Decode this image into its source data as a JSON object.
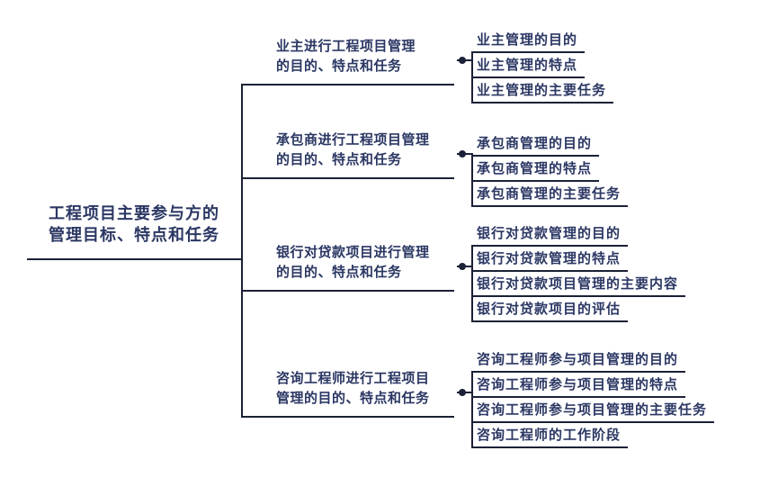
{
  "theme": {
    "background": "#ffffff",
    "line_color": "#1b2136",
    "text_color": "#2b3763"
  },
  "root": {
    "line1": "工程项目主要参与方的",
    "line2": "管理目标、特点和任务"
  },
  "branches": [
    {
      "line1": "业主进行工程项目管理",
      "line2": "的目的、特点和任务",
      "children": [
        "业主管理的目的",
        "业主管理的特点",
        "业主管理的主要任务"
      ]
    },
    {
      "line1": "承包商进行工程项目管理",
      "line2": "的目的、特点和任务",
      "children": [
        "承包商管理的目的",
        "承包商管理的特点",
        "承包商管理的主要任务"
      ]
    },
    {
      "line1": "银行对贷款项目进行管理",
      "line2": "的目的、特点和任务",
      "children": [
        "银行对贷款管理的目的",
        "银行对贷款管理的特点",
        "银行对贷款项目管理的主要内容",
        "银行对贷款项目的评估"
      ]
    },
    {
      "line1": "咨询工程师进行工程项目",
      "line2": "管理的目的、特点和任务",
      "children": [
        "咨询工程师参与项目管理的目的",
        "咨询工程师参与项目管理的特点",
        "咨询工程师参与项目管理的主要任务",
        "咨询工程师的工作阶段"
      ]
    }
  ]
}
